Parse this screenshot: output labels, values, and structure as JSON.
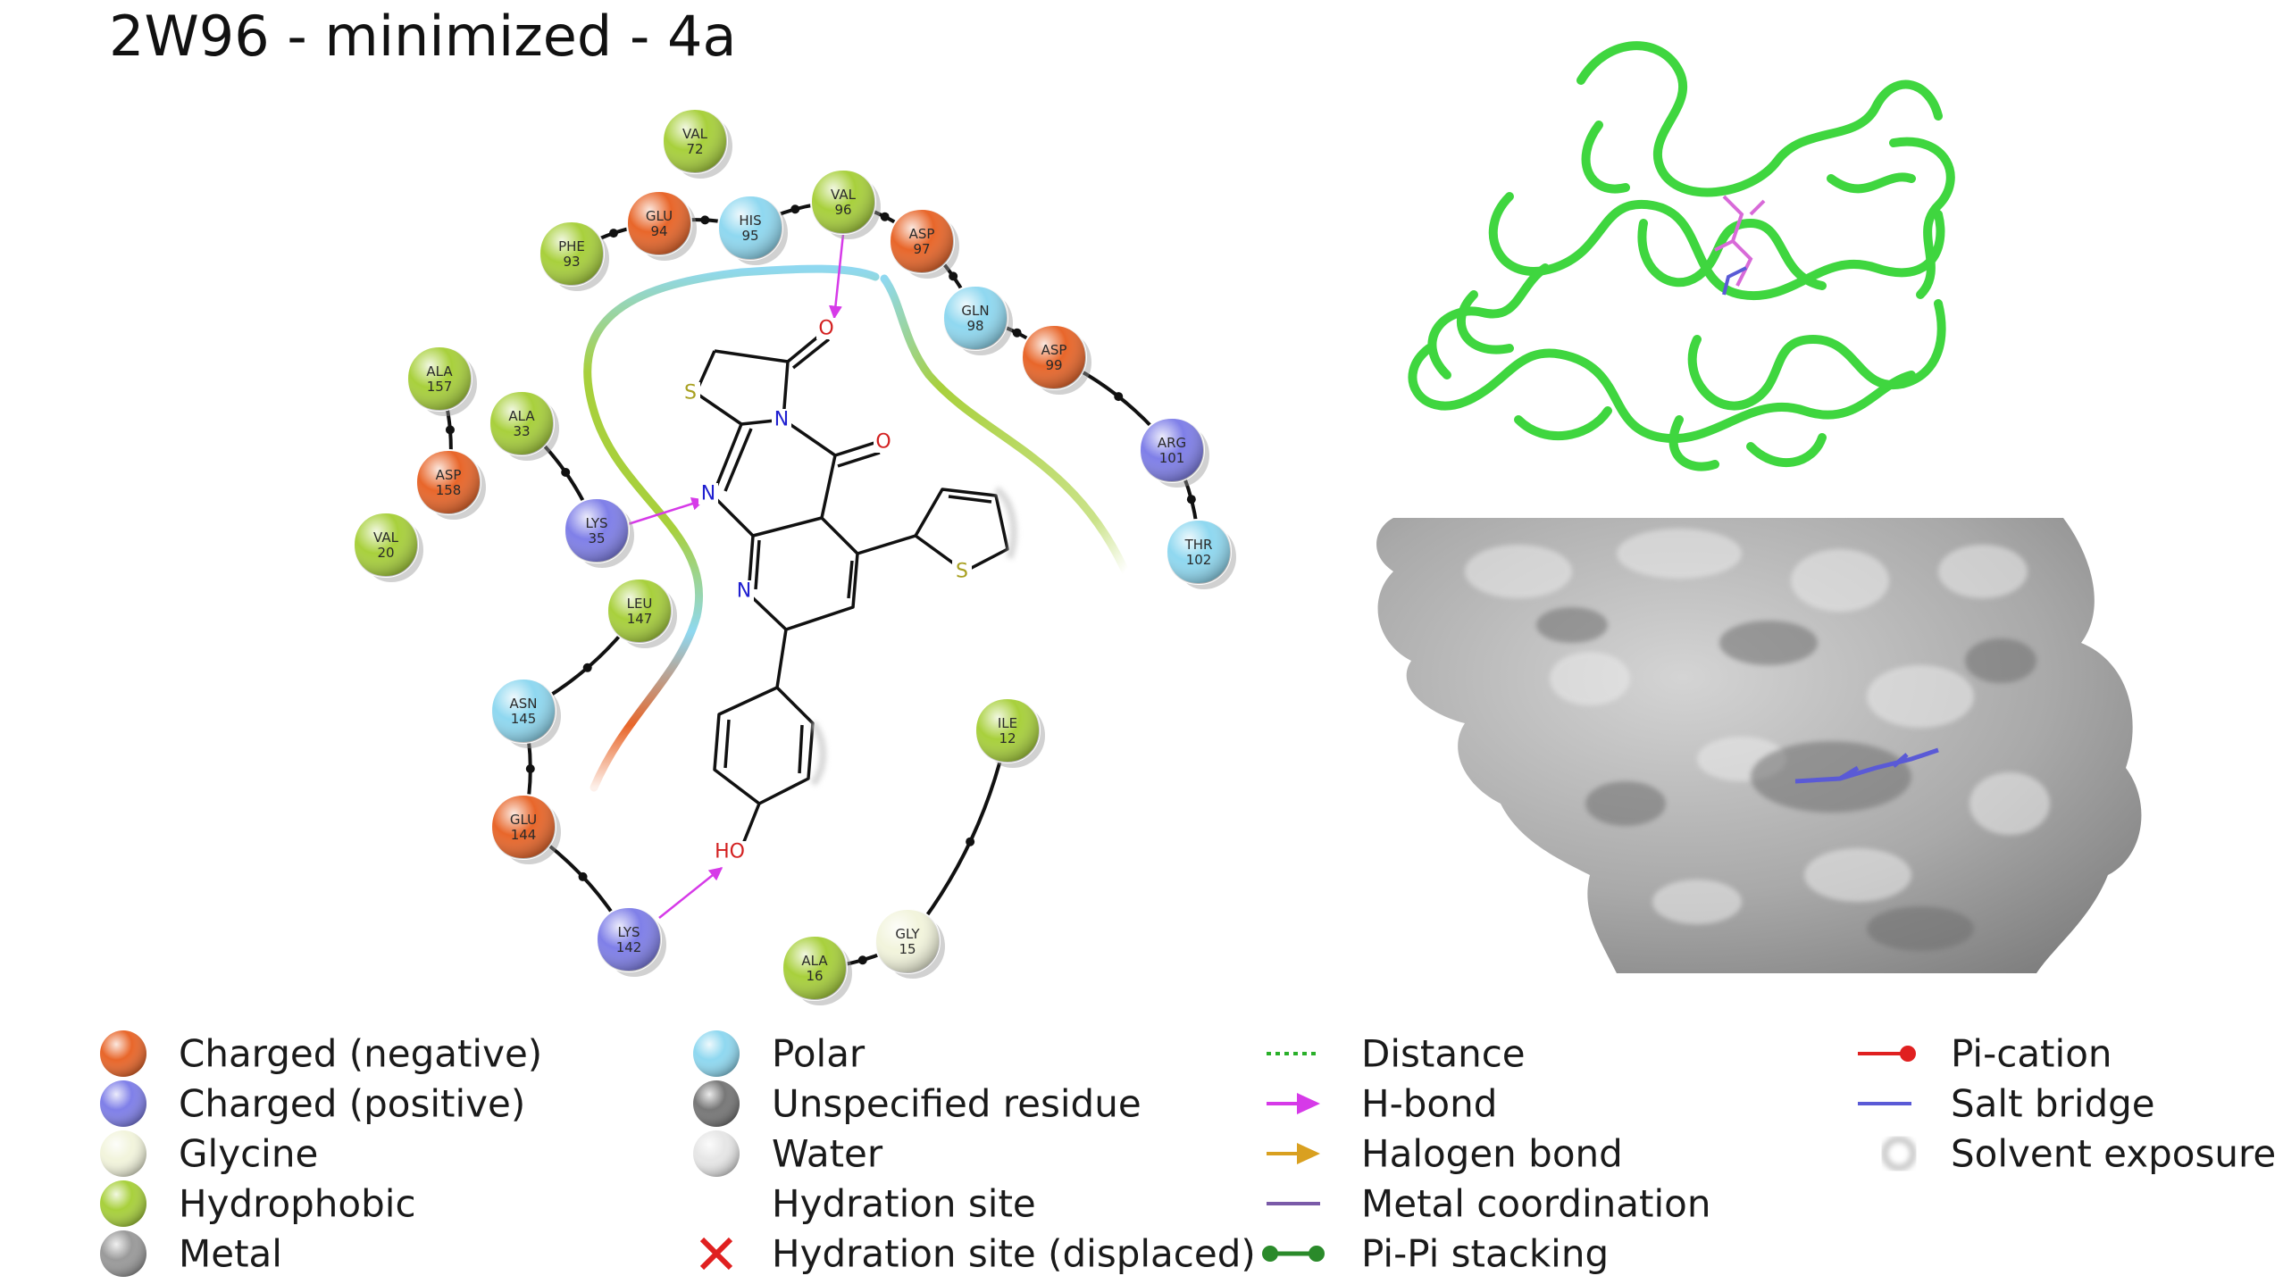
{
  "title": "2W96 - minimized - 4a",
  "colors": {
    "charged_negative": "#e8662a",
    "charged_positive": "#7f7fe8",
    "glycine": "#f2f4dc",
    "hydrophobic": "#a8d03c",
    "metal": "#9a9a9a",
    "polar": "#8fd8f0",
    "unspecified": "#777777",
    "water": "#e6e6e6",
    "hbond": "#d63ae8",
    "halogen": "#d9a020",
    "metal_coord": "#7a5aa8",
    "pipi": "#2a8a2a",
    "distance": "#2ab02a",
    "pication": "#e02020",
    "saltbridge": "#5a5ad6",
    "protein_ribbon": "#3fd63f",
    "surface": "#a9a9a9"
  },
  "residues": [
    {
      "name": "VAL",
      "num": "72",
      "type": "hydrophobic"
    },
    {
      "name": "GLU",
      "num": "94",
      "type": "charged_negative"
    },
    {
      "name": "HIS",
      "num": "95",
      "type": "polar"
    },
    {
      "name": "VAL",
      "num": "96",
      "type": "hydrophobic"
    },
    {
      "name": "ASP",
      "num": "97",
      "type": "charged_negative"
    },
    {
      "name": "PHE",
      "num": "93",
      "type": "hydrophobic"
    },
    {
      "name": "GLN",
      "num": "98",
      "type": "polar"
    },
    {
      "name": "ASP",
      "num": "99",
      "type": "charged_negative"
    },
    {
      "name": "ALA",
      "num": "157",
      "type": "hydrophobic"
    },
    {
      "name": "ALA",
      "num": "33",
      "type": "hydrophobic"
    },
    {
      "name": "ASP",
      "num": "158",
      "type": "charged_negative"
    },
    {
      "name": "ARG",
      "num": "101",
      "type": "charged_positive"
    },
    {
      "name": "LYS",
      "num": "35",
      "type": "charged_positive"
    },
    {
      "name": "VAL",
      "num": "20",
      "type": "hydrophobic"
    },
    {
      "name": "THR",
      "num": "102",
      "type": "polar"
    },
    {
      "name": "LEU",
      "num": "147",
      "type": "hydrophobic"
    },
    {
      "name": "ASN",
      "num": "145",
      "type": "polar"
    },
    {
      "name": "ILE",
      "num": "12",
      "type": "hydrophobic"
    },
    {
      "name": "GLU",
      "num": "144",
      "type": "charged_negative"
    },
    {
      "name": "LYS",
      "num": "142",
      "type": "charged_positive"
    },
    {
      "name": "GLY",
      "num": "15",
      "type": "glycine"
    },
    {
      "name": "ALA",
      "num": "16",
      "type": "hydrophobic"
    }
  ],
  "ligand_atoms": {
    "o_carbonyl_top": "O",
    "o_carbonyl_right": "O",
    "s_ring": "S",
    "n_ring": "N",
    "n_imine": "N",
    "n_pyridine": "N",
    "s_thiophene": "S",
    "hydroxyl": "HO"
  },
  "legend": {
    "col1": [
      {
        "label": "Charged (negative)",
        "icon": "sphere",
        "color": "charged_negative"
      },
      {
        "label": "Charged (positive)",
        "icon": "sphere",
        "color": "charged_positive"
      },
      {
        "label": "Glycine",
        "icon": "sphere",
        "color": "glycine"
      },
      {
        "label": "Hydrophobic",
        "icon": "sphere",
        "color": "hydrophobic"
      },
      {
        "label": "Metal",
        "icon": "sphere",
        "color": "metal"
      }
    ],
    "col2": [
      {
        "label": "Polar",
        "icon": "sphere",
        "color": "polar"
      },
      {
        "label": "Unspecified residue",
        "icon": "sphere",
        "color": "unspecified"
      },
      {
        "label": "Water",
        "icon": "sphere",
        "color": "water"
      },
      {
        "label": "Hydration site",
        "icon": "blank",
        "color": "water"
      },
      {
        "label": "Hydration site (displaced)",
        "icon": "cross",
        "color": "pication"
      }
    ],
    "col3": [
      {
        "label": "Distance",
        "icon": "dotted-line",
        "color": "distance"
      },
      {
        "label": "H-bond",
        "icon": "arrow",
        "color": "hbond"
      },
      {
        "label": "Halogen bond",
        "icon": "arrow",
        "color": "halogen"
      },
      {
        "label": "Metal coordination",
        "icon": "line",
        "color": "metal_coord"
      },
      {
        "label": "Pi-Pi stacking",
        "icon": "dumbbell",
        "color": "pipi"
      }
    ],
    "col4": [
      {
        "label": "Pi-cation",
        "icon": "line-dot",
        "color": "pication"
      },
      {
        "label": "Salt bridge",
        "icon": "line",
        "color": "saltbridge"
      },
      {
        "label": "Solvent exposure",
        "icon": "halo",
        "color": "unspecified"
      }
    ]
  }
}
